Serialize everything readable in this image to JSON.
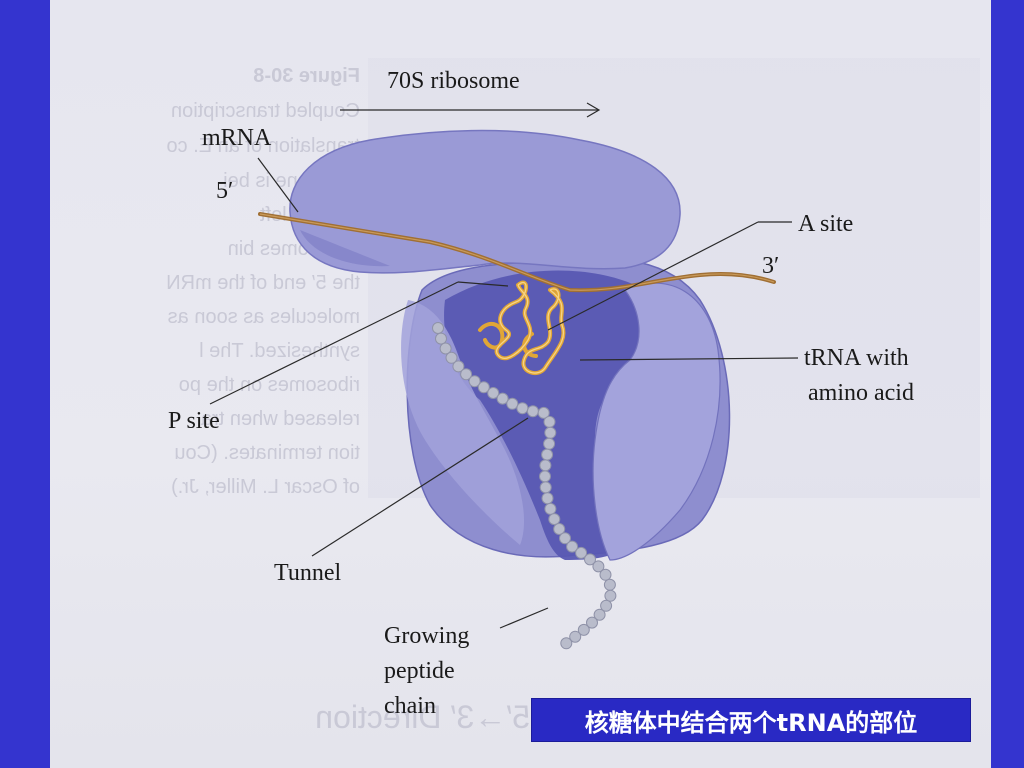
{
  "slide": {
    "background_color": "#3434cf",
    "caption": "核糖体中结合两个tRNA的部位"
  },
  "figure": {
    "labels": {
      "ribosome": "70S ribosome",
      "mrna": "mRNA",
      "five_prime": "5′",
      "three_prime": "3′",
      "a_site": "A site",
      "p_site": "P site",
      "trna_line1": "tRNA with",
      "trna_line2": "amino acid",
      "tunnel": "Tunnel",
      "peptide_line1": "Growing",
      "peptide_line2": "peptide",
      "peptide_line3": "chain"
    },
    "bleed_through_text": {
      "figure_number": "Figure 30-8",
      "lines": [
        "Coupled transcription",
        "translation of an E. co",
        "The gene is bei",
        "ed from left",
        "Ribosomes bin",
        "the 5′ end of the mRN",
        "molecules as soon as",
        "synthesized. The l",
        "ribosomes on the po",
        "released when tra",
        "tion terminates. (Cou",
        "of Oscar L. Miller, Jr.)"
      ],
      "bottom": "5′→3′ Direction"
    },
    "colors": {
      "ribosome_light": "#9898d4",
      "ribosome_dark": "#5a5ab4",
      "mrna": "#9a6a30",
      "trna": "#e3a93a",
      "peptide": "#b9bccb"
    }
  }
}
